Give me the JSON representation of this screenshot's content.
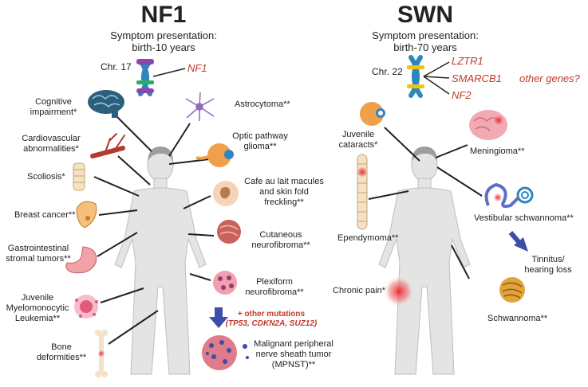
{
  "nf1": {
    "title": "NF1",
    "subtitle1": "Symptom presentation:",
    "subtitle2": "birth-10 years",
    "chromosome": "Chr. 17",
    "gene": "NF1",
    "symptoms": {
      "cognitive": [
        "Cognitive",
        "impairment*"
      ],
      "cardio": [
        "Cardiovascular",
        "abnormalities*"
      ],
      "scoliosis": "Scoliosis*",
      "breast": "Breast cancer**",
      "gist": [
        "Gastrointestinal",
        "stromal tumors**"
      ],
      "jmml": [
        "Juvenile",
        "Myelomonocytic",
        "Leukemia**"
      ],
      "bone": [
        "Bone",
        "deformities**"
      ],
      "astro": "Astrocytoma**",
      "optic": [
        "Optic pathway",
        "glioma**"
      ],
      "cafe": [
        "Cafe au lait macules",
        "and skin fold",
        "freckling**"
      ],
      "cutaneous": [
        "Cutaneous",
        "neurofibroma**"
      ],
      "plexiform": [
        "Plexiform",
        "neurofibroma**"
      ],
      "mutations": [
        "+ other mutations",
        "(TP53, CDKN2A, SUZ12)"
      ],
      "mpnst": [
        "Malignant peripheral",
        "nerve sheath tumor",
        "(MPNST)**"
      ]
    }
  },
  "swn": {
    "title": "SWN",
    "subtitle1": "Symptom presentation:",
    "subtitle2": "birth-70 years",
    "chromosome": "Chr. 22",
    "genes": [
      "LZTR1",
      "SMARCB1",
      "NF2"
    ],
    "other_genes": "other genes?",
    "symptoms": {
      "cataracts": [
        "Juvenile",
        "cataracts*"
      ],
      "ependymoma": "Ependymoma**",
      "pain": "Chronic pain*",
      "meningioma": "Meningioma**",
      "vestibular": "Vestibular schwannoma**",
      "tinnitus": [
        "Tinnitus/",
        "hearing loss"
      ],
      "schwannoma": "Schwannoma**"
    }
  },
  "colors": {
    "gene_red": "#c0392b",
    "arrow_blue": "#3b4fa8",
    "body_gray": "#e4e4e4",
    "line": "#222222"
  }
}
